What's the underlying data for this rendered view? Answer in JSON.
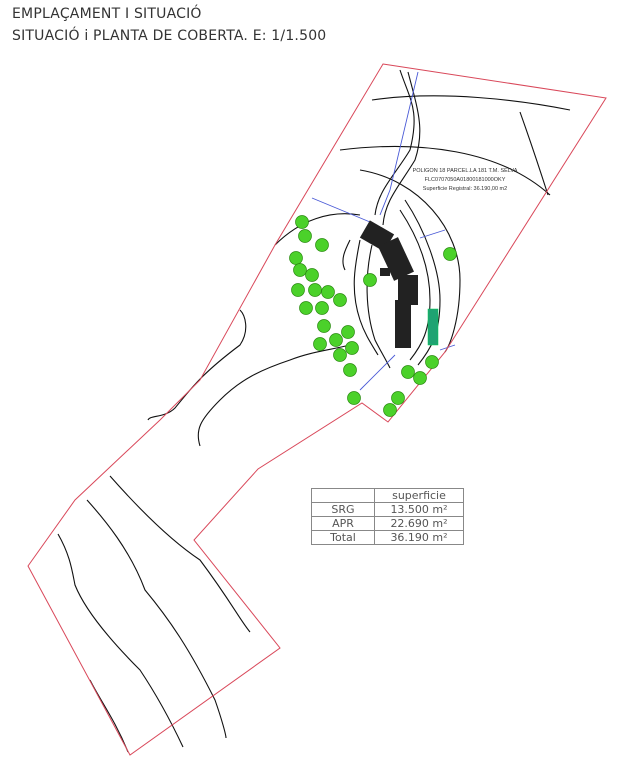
{
  "header": {
    "title": "EMPLAÇAMENT I SITUACIÓ",
    "subtitle": "SITUACIÓ i PLANTA DE COBERTA. E: 1/1.500"
  },
  "plan": {
    "parcel_label": {
      "line1": "POLIGON 18 PARCEL.LA 181 T.M. SELVA",
      "line2": "FLC0707050A01800181000OKY",
      "line3": "Superficie Registral: 36.190,00 m2"
    },
    "colors": {
      "boundary": "#d9485a",
      "contour": "#111111",
      "axis": "#4a5ad6",
      "building": "#222222",
      "pool": "#1fa372",
      "tree": "#4bd12a"
    }
  },
  "area_table": {
    "header": "superficie",
    "rows": [
      {
        "label": "SRG",
        "value": "13.500 m²"
      },
      {
        "label": "APR",
        "value": "22.690 m²"
      },
      {
        "label": "Total",
        "value": "36.190 m²"
      }
    ]
  }
}
